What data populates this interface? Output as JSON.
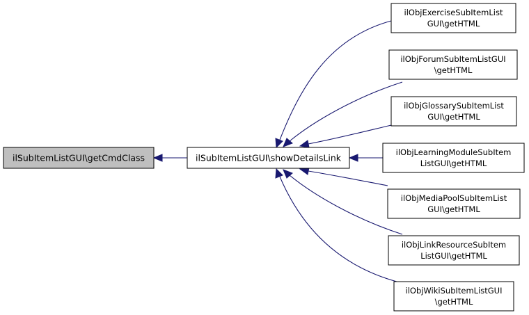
{
  "colors": {
    "edge": "#191970",
    "focus_fill": "#bfbfbf",
    "node_fill": "#ffffff",
    "border": "#000000"
  },
  "nodes": {
    "getcmdclass": {
      "lines": [
        "ilSubItemListGUI\\getCmdClass"
      ]
    },
    "showdetailslink": {
      "lines": [
        "ilSubItemListGUI\\showDetailsLink"
      ]
    },
    "exercise": {
      "lines": [
        "ilObjExerciseSubItemList",
        "GUI\\getHTML"
      ]
    },
    "forum": {
      "lines": [
        "ilObjForumSubItemListGUI",
        "\\getHTML"
      ]
    },
    "glossary": {
      "lines": [
        "ilObjGlossarySubItemList",
        "GUI\\getHTML"
      ]
    },
    "learningmodule": {
      "lines": [
        "ilObjLearningModuleSubItem",
        "ListGUI\\getHTML"
      ]
    },
    "mediapool": {
      "lines": [
        "ilObjMediaPoolSubItemList",
        "GUI\\getHTML"
      ]
    },
    "linkresource": {
      "lines": [
        "ilObjLinkResourceSubItem",
        "ListGUI\\getHTML"
      ]
    },
    "wiki": {
      "lines": [
        "ilObjWikiSubItemListGUI",
        "\\getHTML"
      ]
    }
  },
  "edges": [
    {
      "from": "showdetailslink",
      "to": "getcmdclass"
    },
    {
      "from": "exercise",
      "to": "showdetailslink"
    },
    {
      "from": "forum",
      "to": "showdetailslink"
    },
    {
      "from": "glossary",
      "to": "showdetailslink"
    },
    {
      "from": "learningmodule",
      "to": "showdetailslink"
    },
    {
      "from": "mediapool",
      "to": "showdetailslink"
    },
    {
      "from": "linkresource",
      "to": "showdetailslink"
    },
    {
      "from": "wiki",
      "to": "showdetailslink"
    }
  ]
}
